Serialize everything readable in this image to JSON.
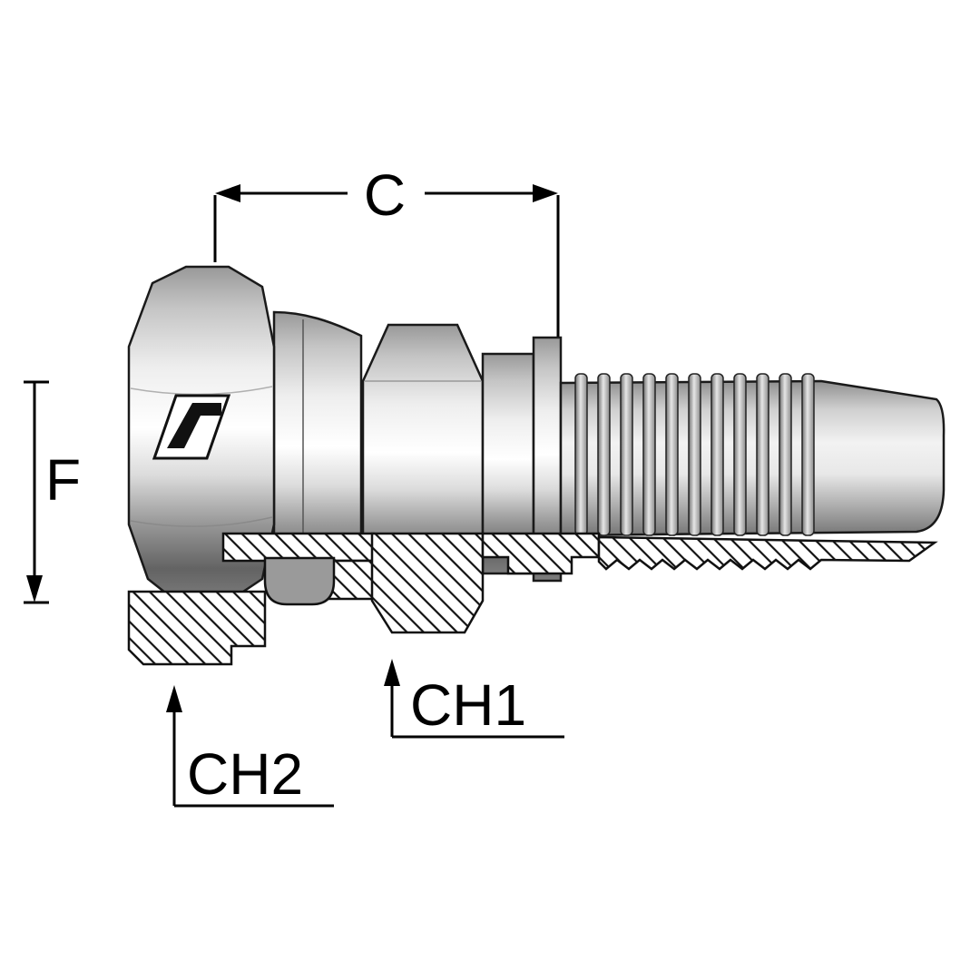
{
  "diagram": {
    "type": "technical-drawing",
    "subject": "Hydraulic hose fitting - female swivel hex nut with barbed hose tail, half-section view",
    "labels": {
      "dim_c": "C",
      "dim_f": "F",
      "dim_ch1": "CH1",
      "dim_ch2": "CH2"
    },
    "colors": {
      "background": "#ffffff",
      "line": "#000000",
      "metal_highlight": "#ffffff",
      "metal_mid": "#c4c4c4",
      "metal_dark": "#636363",
      "groove": "#9a9a9a"
    }
  }
}
